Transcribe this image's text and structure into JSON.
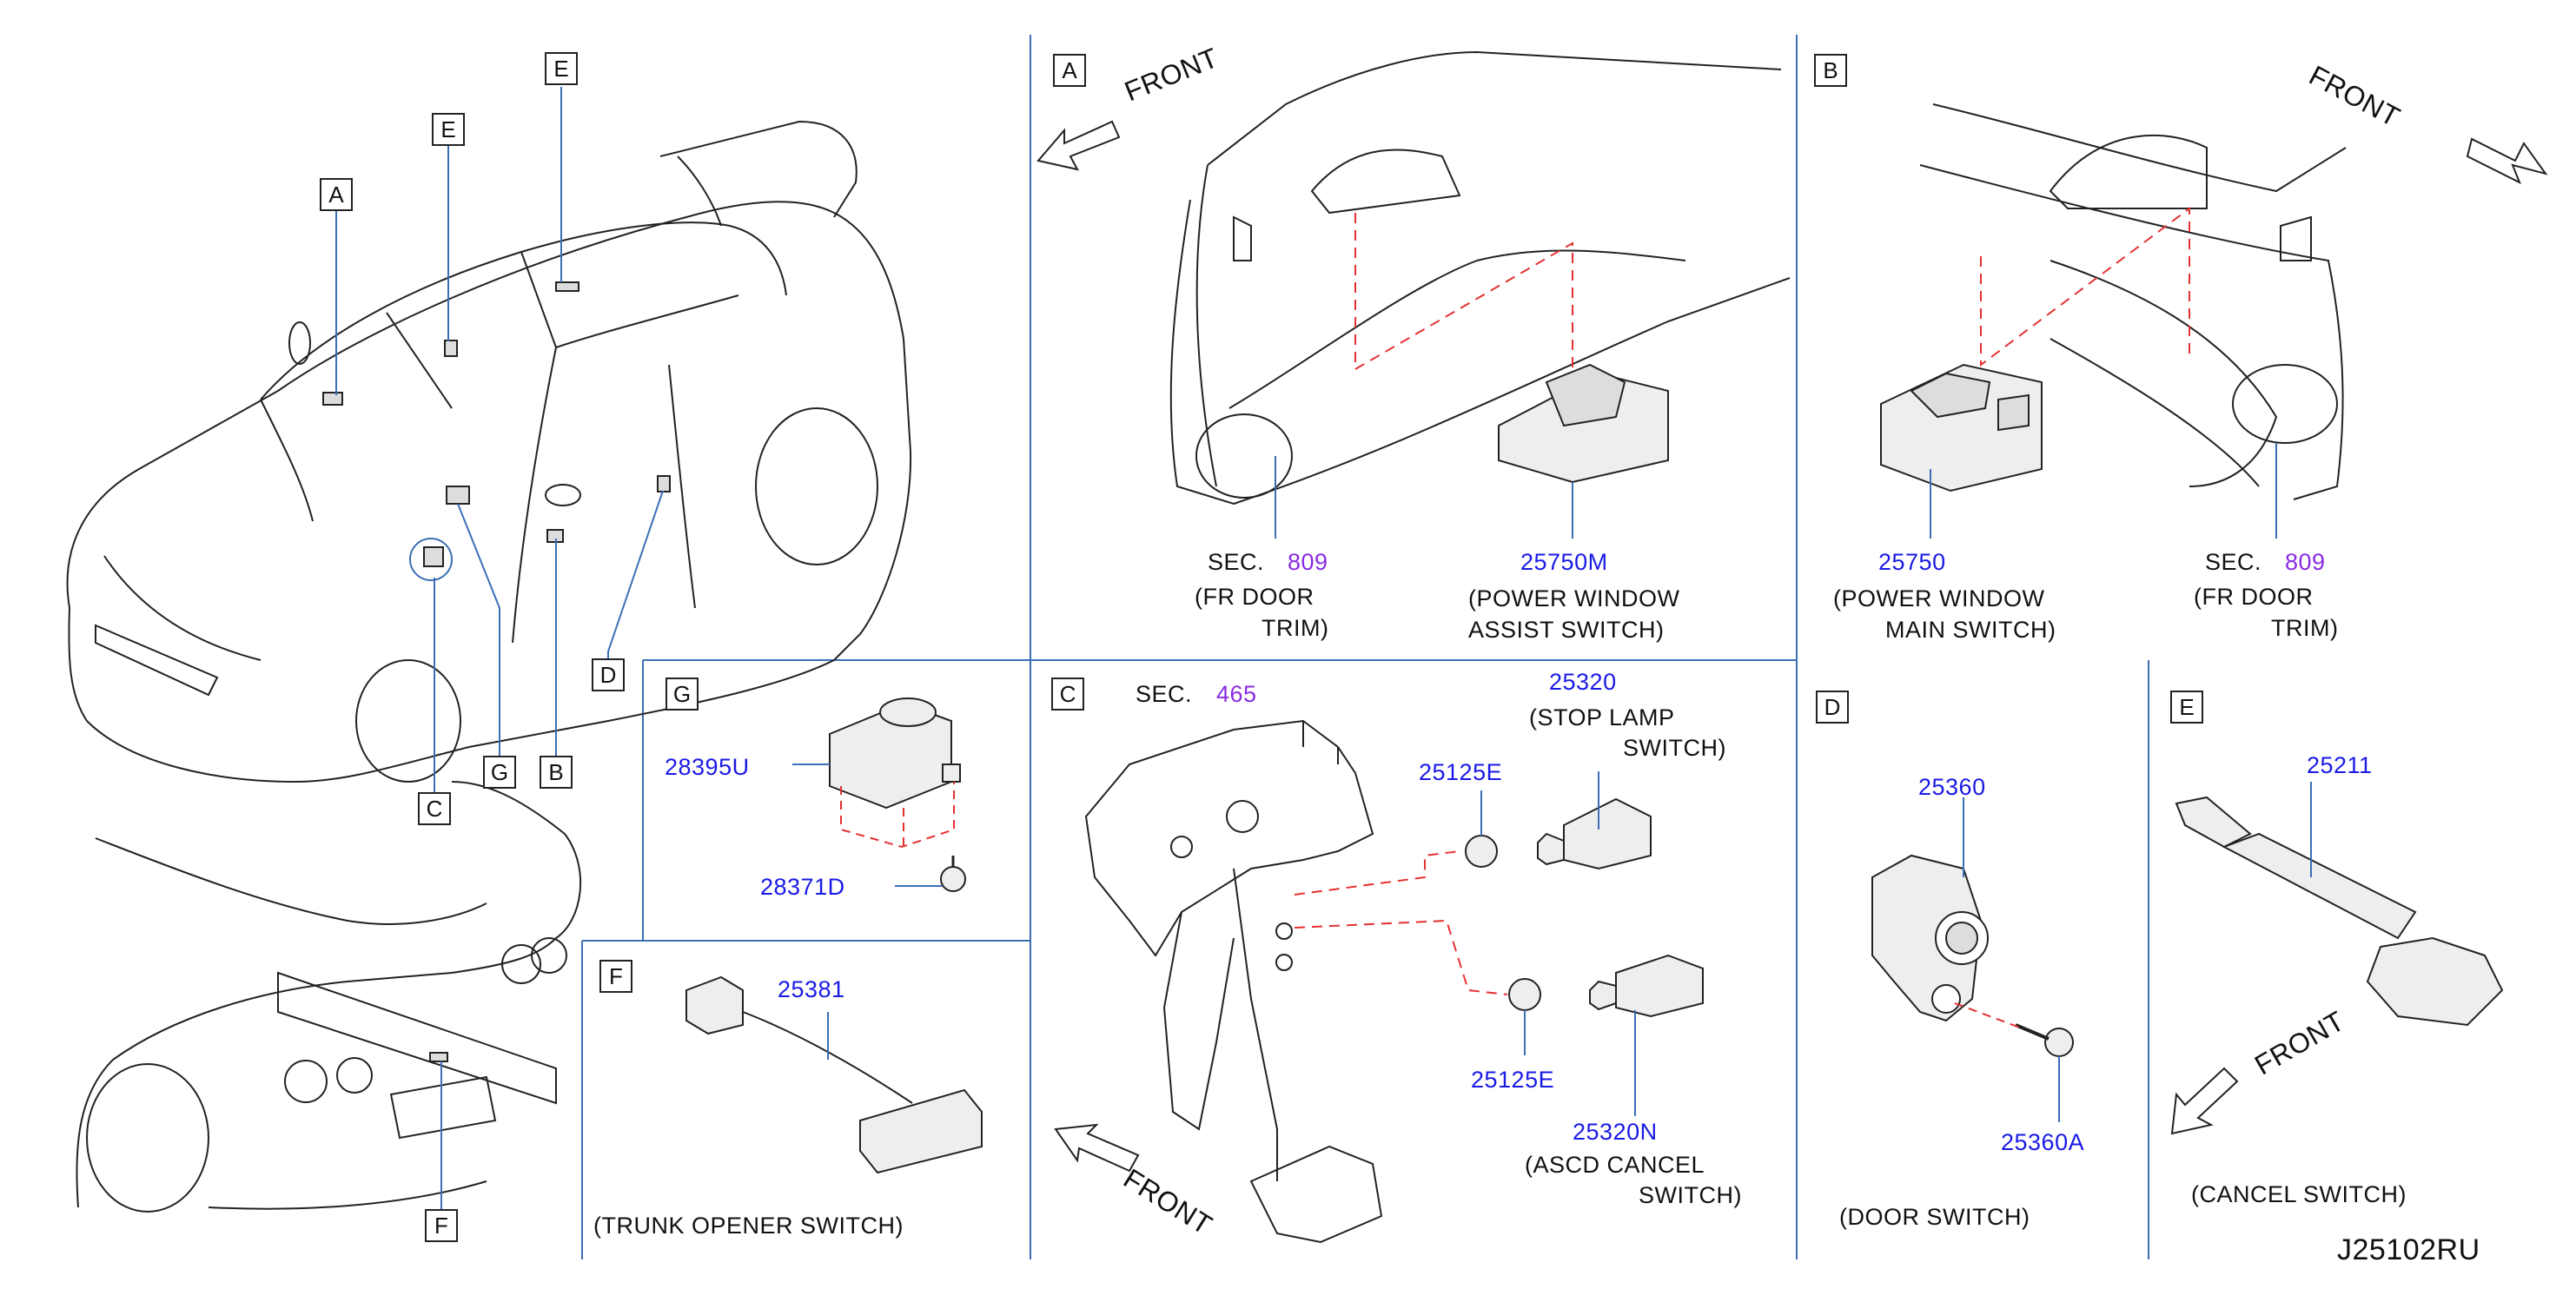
{
  "diagram_code": "J25102RU",
  "front_label": "FRONT",
  "overview": {
    "callouts": [
      "A",
      "E",
      "E",
      "C",
      "G",
      "B",
      "D",
      "F"
    ]
  },
  "panel_a": {
    "letter": "A",
    "sec_prefix": "SEC.",
    "sec_number": "809",
    "sec_desc_1": "(FR   DOOR",
    "sec_desc_2": "TRIM)",
    "part_number": "25750M",
    "part_desc_1": "(POWER   WINDOW",
    "part_desc_2": "ASSIST   SWITCH)"
  },
  "panel_b": {
    "letter": "B",
    "part_number": "25750",
    "part_desc_1": "(POWER   WINDOW",
    "part_desc_2": "MAIN   SWITCH)",
    "sec_prefix": "SEC.",
    "sec_number": "809",
    "sec_desc_1": "(FR   DOOR",
    "sec_desc_2": "TRIM)"
  },
  "panel_c": {
    "letter": "C",
    "sec_prefix": "SEC.",
    "sec_number": "465",
    "stop_pn": "25320",
    "stop_desc_1": "(STOP   LAMP",
    "stop_desc_2": "SWITCH)",
    "clip_pn_top": "25125E",
    "clip_pn_bottom": "25125E",
    "ascd_pn": "25320N",
    "ascd_desc_1": "(ASCD   CANCEL",
    "ascd_desc_2": "SWITCH)"
  },
  "panel_d": {
    "letter": "D",
    "switch_pn": "25360",
    "screw_pn": "25360A",
    "desc": "(DOOR   SWITCH)"
  },
  "panel_e": {
    "letter": "E",
    "part_number": "25211",
    "desc": "(CANCEL   SWITCH)"
  },
  "panel_f": {
    "letter": "F",
    "part_number": "25381",
    "desc": "(TRUNK   OPENER   SWITCH)"
  },
  "panel_g": {
    "letter": "G",
    "switch_pn": "28395U",
    "screw_pn": "28371D"
  }
}
